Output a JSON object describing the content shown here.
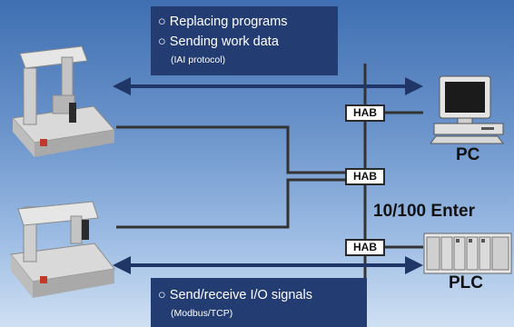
{
  "top_box": {
    "line1": "○ Replacing programs",
    "line2": "○ Sending work data",
    "line3": "(IAI protocol)"
  },
  "bottom_box": {
    "line1": "○ Send/receive I/O signals",
    "line2": "(Modbus/TCP)"
  },
  "hubs": [
    "HAB",
    "HAB",
    "HAB"
  ],
  "labels": {
    "pc": "PC",
    "plc": "PLC",
    "network": "10/100 Enter"
  },
  "colors": {
    "background_top": "#3f6fb2",
    "background_bottom": "#cfe0f3",
    "box_fill": "#233c72",
    "arrow": "#1f3666",
    "wire": "#333333"
  }
}
